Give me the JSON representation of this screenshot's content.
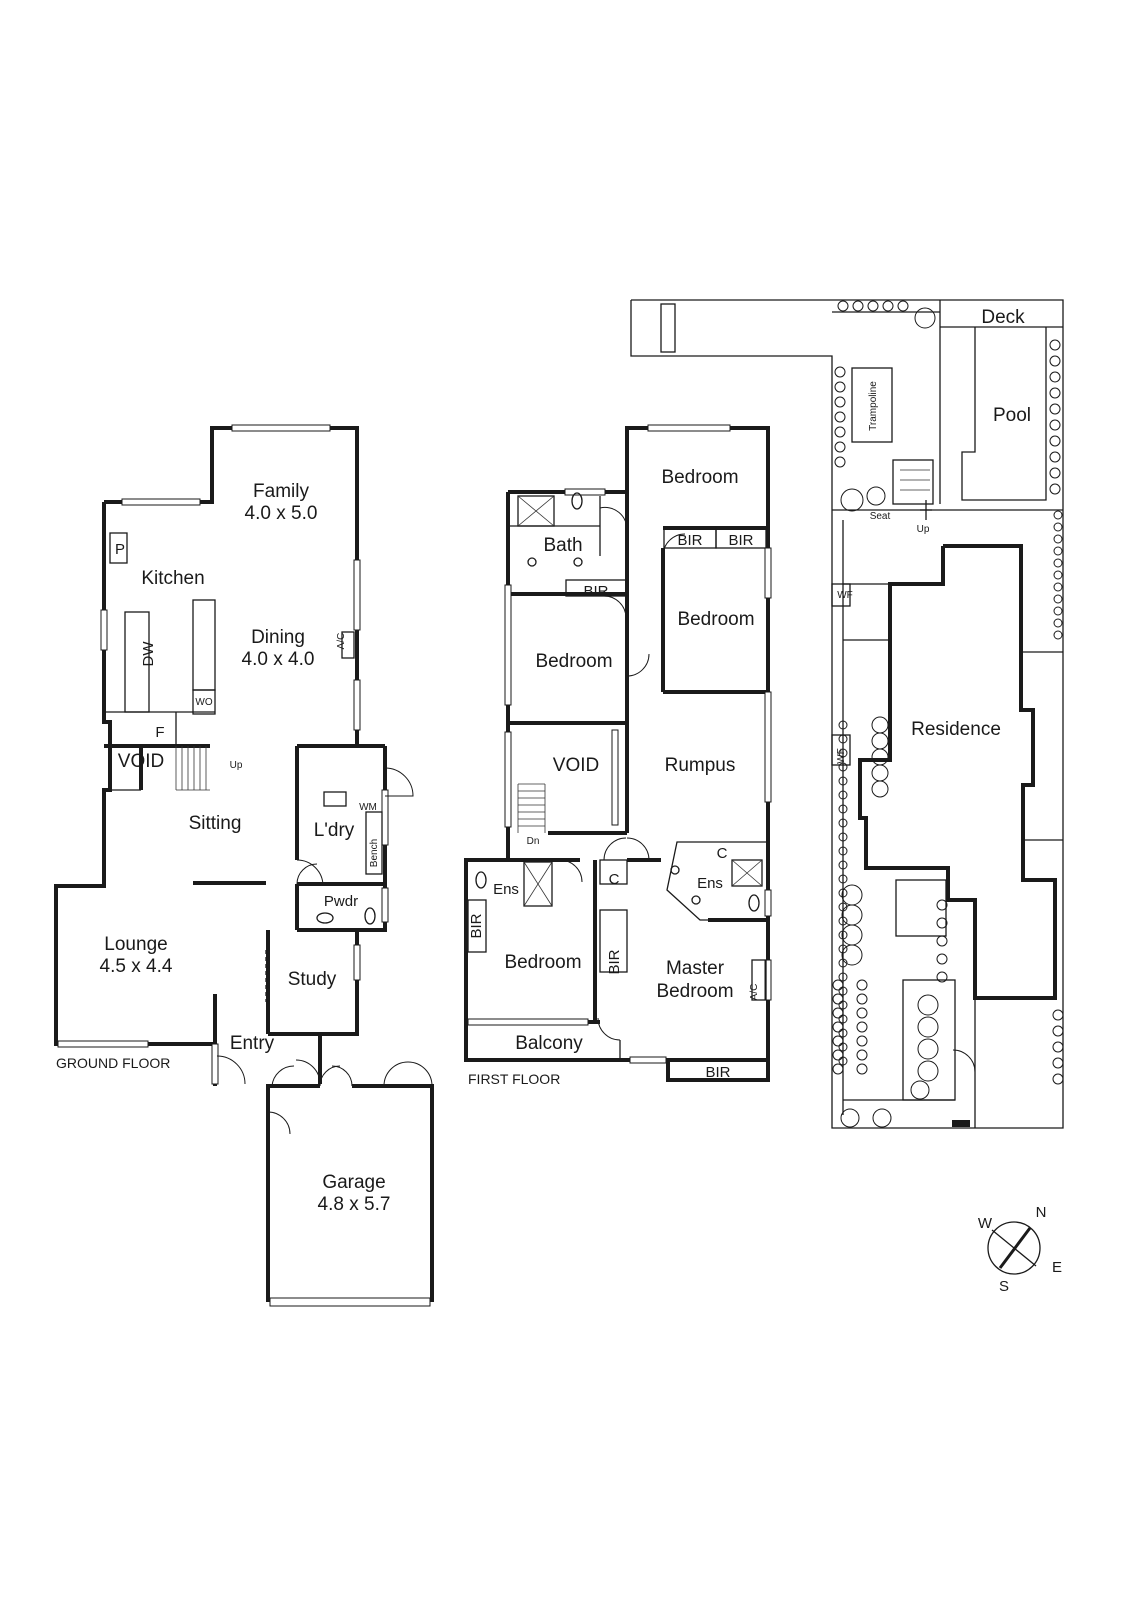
{
  "ground_floor": {
    "caption": "GROUND FLOOR",
    "rooms": {
      "family": "Family",
      "family_dim": "4.0 x 5.0",
      "kitchen": "Kitchen",
      "dining": "Dining",
      "dining_dim": "4.0 x 4.0",
      "void": "VOID",
      "sitting": "Sitting",
      "laundry": "L'dry",
      "powder": "Pwdr",
      "lounge": "Lounge",
      "lounge_dim": "4.5 x 4.4",
      "study": "Study",
      "entry": "Entry",
      "garage": "Garage",
      "garage_dim": "4.8 x 5.7"
    },
    "fixtures": {
      "pantry": "P",
      "dishwasher": "DW",
      "wall_oven": "WO",
      "fridge": "F",
      "aircon": "A/C",
      "washing_machine": "WM",
      "bench": "Bench",
      "stair_up": "Up"
    }
  },
  "first_floor": {
    "caption": "FIRST FLOOR",
    "rooms": {
      "bedroom_top": "Bedroom",
      "bath": "Bath",
      "bedroom_right": "Bedroom",
      "bedroom_left": "Bedroom",
      "void": "VOID",
      "rumpus": "Rumpus",
      "ensuite_left": "Ens",
      "bedroom_bottom": "Bedroom",
      "ensuite_right": "Ens",
      "master_line1": "Master",
      "master_line2": "Bedroom",
      "balcony": "Balcony"
    },
    "fixtures": {
      "bir": "BIR",
      "cupboard": "C",
      "aircon": "A/C",
      "stair_down": "Dn"
    }
  },
  "site_plan": {
    "labels": {
      "deck": "Deck",
      "pool": "Pool",
      "trampoline": "Trampoline",
      "residence": "Residence",
      "seat": "Seat",
      "up": "Up",
      "woodfire": "WF"
    }
  },
  "compass": {
    "n": "N",
    "e": "E",
    "s": "S",
    "w": "W"
  }
}
